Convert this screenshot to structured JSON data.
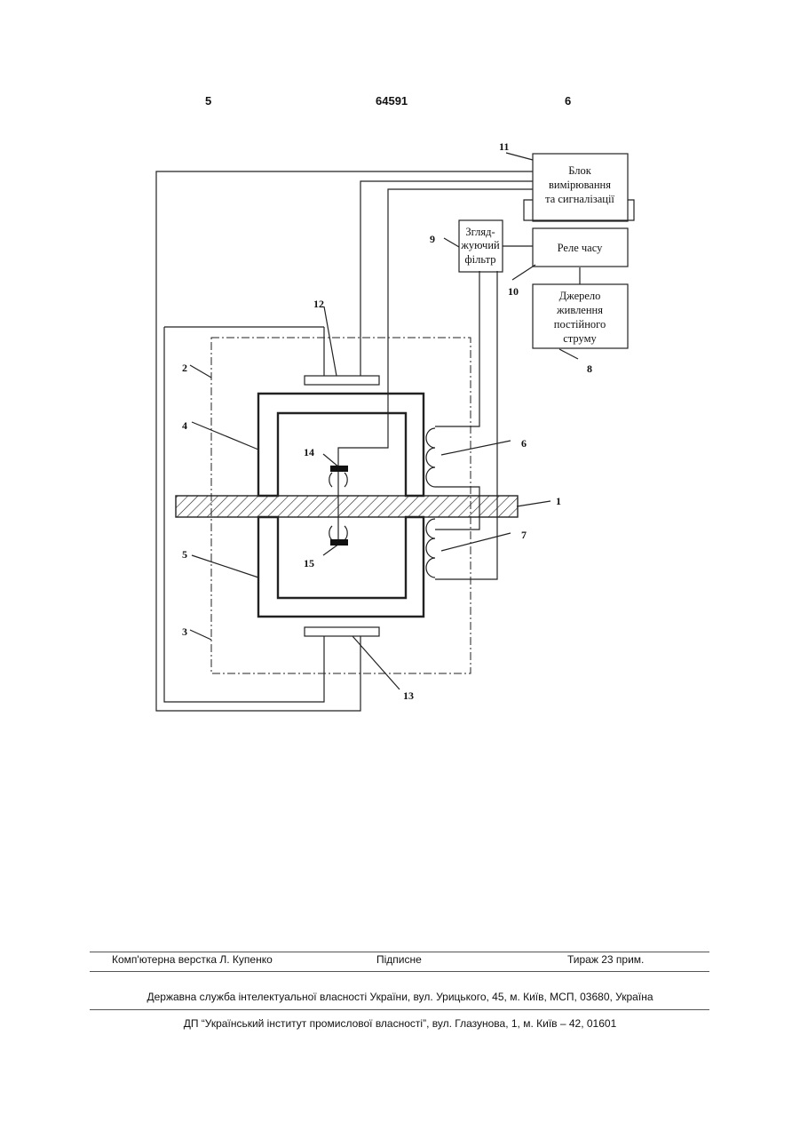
{
  "header": {
    "page_left": "5",
    "patent_number": "64591",
    "page_right": "6"
  },
  "figure": {
    "blocks": {
      "measurement": [
        "Блок",
        "вимірювання",
        "та сигналізації"
      ],
      "filter": [
        "Згляд-",
        "жуючий",
        "фільтр"
      ],
      "relay": [
        "Реле часу"
      ],
      "power": [
        "Джерело",
        "живлення",
        "постійного",
        "струму"
      ]
    },
    "labels": [
      "1",
      "2",
      "3",
      "4",
      "5",
      "6",
      "7",
      "8",
      "9",
      "10",
      "11",
      "12",
      "13",
      "14",
      "15"
    ]
  },
  "footer": {
    "layout_by": "Комп'ютерна верстка Л. Купенко",
    "signed": "Підписне",
    "circulation": "Тираж 23 прим.",
    "publisher": "Державна служба інтелектуальної власності України, вул. Урицького, 45, м. Київ, МСП, 03680, Україна",
    "printer": "ДП “Український інститут промислової власності”, вул. Глазунова, 1, м. Київ – 42, 01601"
  }
}
